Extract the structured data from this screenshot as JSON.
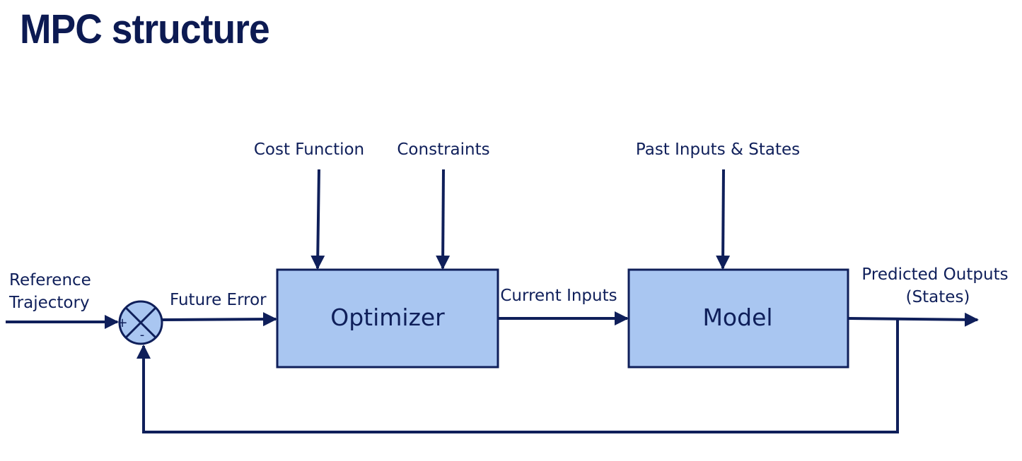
{
  "title": "MPC structure",
  "blocks": {
    "optimizer": "Optimizer",
    "model": "Model"
  },
  "signals": {
    "reference_line1": "Reference",
    "reference_line2": "Trajectory",
    "future_error": "Future Error",
    "cost_function": "Cost Function",
    "constraints": "Constraints",
    "past_inputs_states": "Past Inputs & States",
    "current_inputs": "Current Inputs",
    "predicted_line1": "Predicted Outputs",
    "predicted_line2": "(States)"
  },
  "summing_junction": {
    "plus": "+",
    "minus": "-"
  },
  "colors": {
    "block_fill": "#a9c6f1",
    "ink": "#0f1f5a",
    "title": "#0c1a52"
  }
}
